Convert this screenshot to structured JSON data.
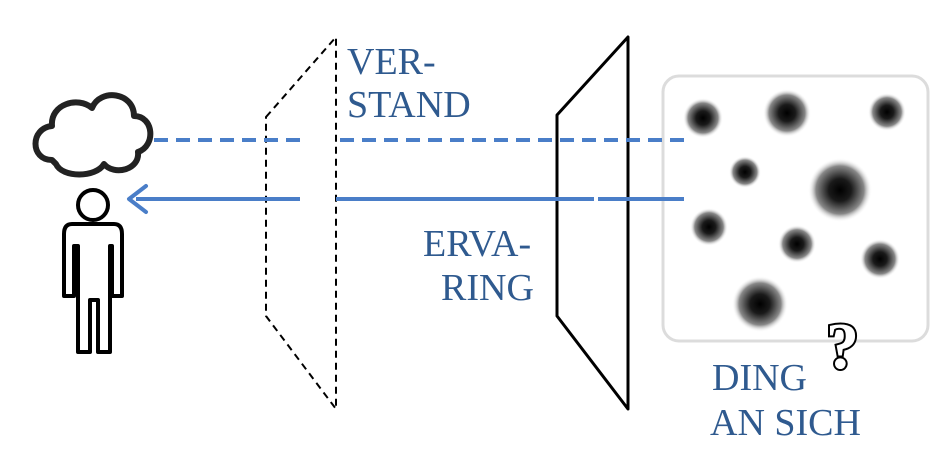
{
  "labels": {
    "verstand_line1": "VER-",
    "verstand_line2": "STAND",
    "ervaring_line1": "ERVA-",
    "ervaring_line2": "RING",
    "ding_line1": "DING",
    "ding_line2": "AN SICH",
    "question_mark": "?"
  },
  "colors": {
    "label": "#2f5a8f",
    "arrow": "#4a7ec8",
    "outline": "#000000",
    "box_border": "#dcdcdc"
  },
  "icons": [
    "thought-cloud-icon",
    "person-icon",
    "question-mark-icon"
  ]
}
